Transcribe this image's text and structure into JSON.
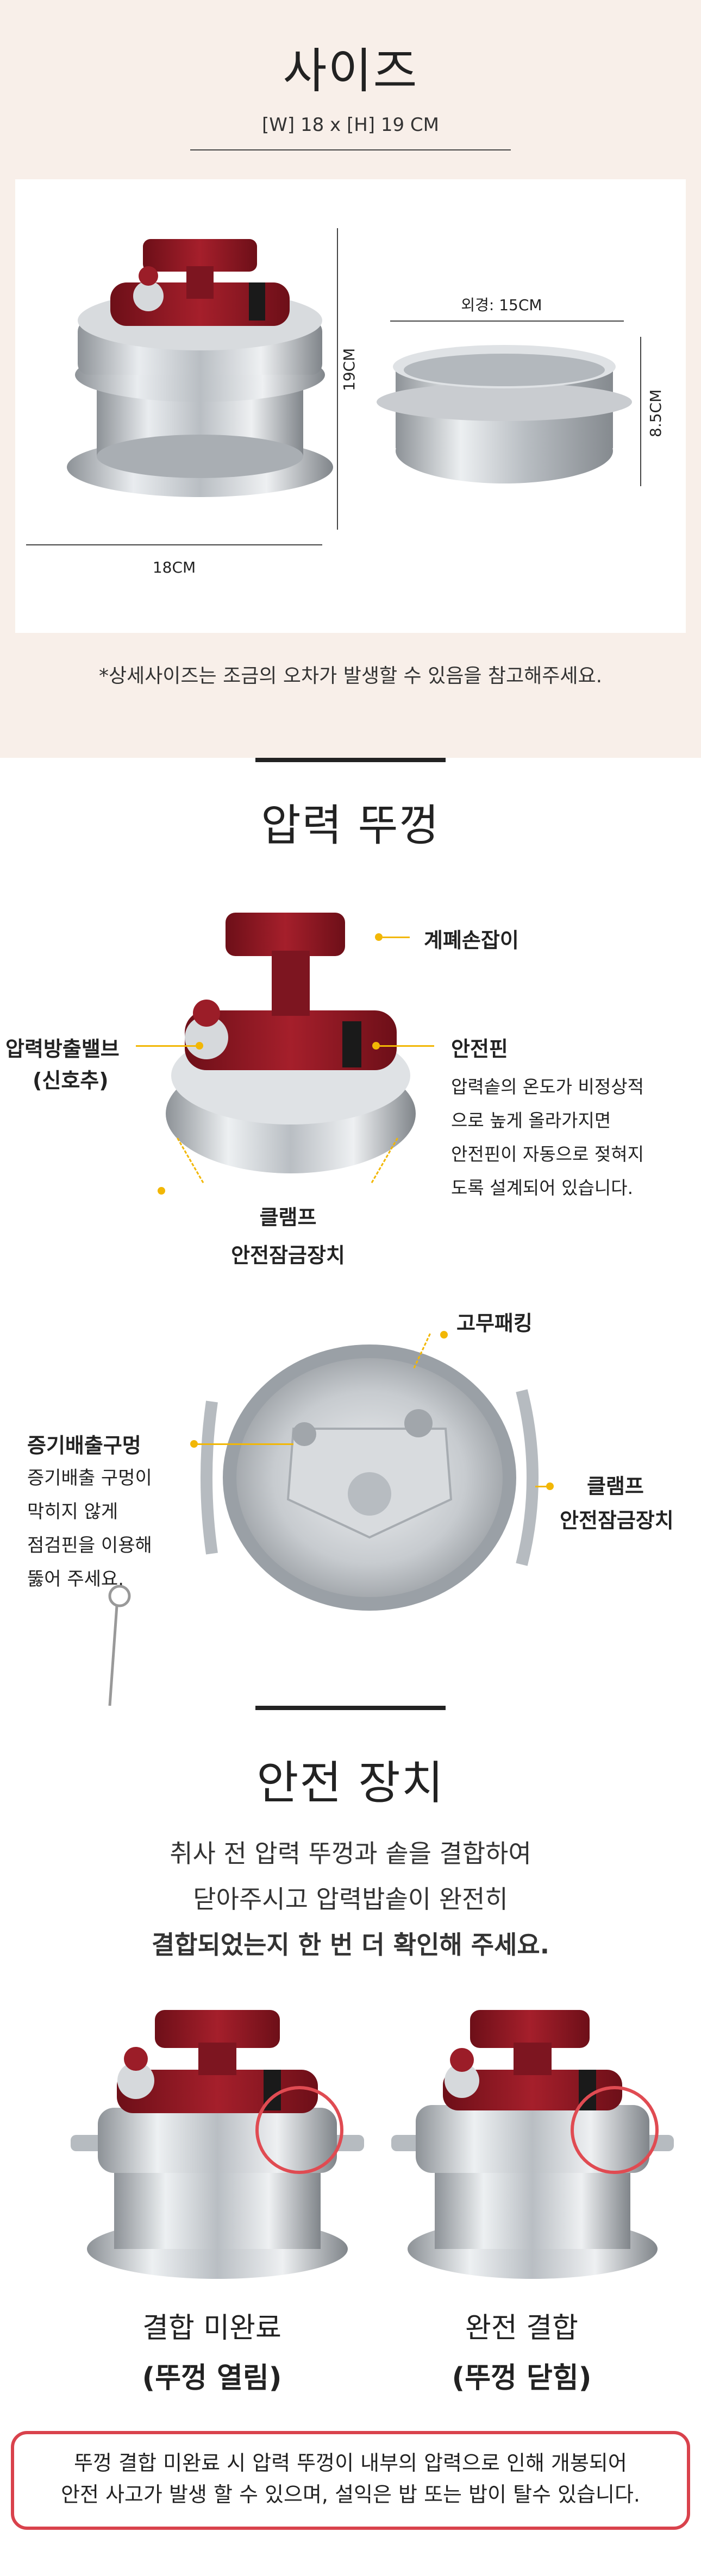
{
  "size_section": {
    "title": "사이즈",
    "subtitle": "[W] 18 x [H] 19 CM",
    "dims": {
      "pot_height": "19CM",
      "pot_width": "18CM",
      "inner_outer": "외경: 15CM",
      "inner_height": "8.5CM"
    },
    "note": "*상세사이즈는 조금의 오차가 발생할 수 있음을 참고해주세요."
  },
  "lid_section": {
    "title": "압력 뚜껑",
    "labels": {
      "handle": "계폐손잡이",
      "valve": "압력방출밸브",
      "valve_sub": "(신호추)",
      "safety_pin": "안전핀",
      "safety_desc": [
        "압력솥의 온도가 비정상적",
        "으로 높게 올라가지면",
        "안전핀이 자동으로 젖혀지",
        "도록 설계되어 있습니다."
      ],
      "clamp_line1": "클램프",
      "clamp_line2": "안전잠금장치",
      "gasket": "고무패킹",
      "vent": "증기배출구멍",
      "vent_desc": [
        "증기배출 구멍이",
        "막히지 않게",
        "점검핀을 이용해",
        "뚫어 주세요."
      ],
      "clamp2_line1": "클램프",
      "clamp2_line2": "안전잠금장치"
    }
  },
  "safety_section": {
    "title": "안전 장치",
    "body": [
      "취사 전 압력 뚜껑과 솥을 결합하여",
      "닫아주시고 압력밥솥이 완전히",
      "결합되었는지 한 번 더 확인해 주세요."
    ],
    "left_caption": [
      "결합 미완료",
      "(뚜껑 열림)"
    ],
    "right_caption": [
      "완전 결합",
      "(뚜껑 닫힘)"
    ],
    "warning": [
      "뚜껑 결합 미완료 시 압력 뚜껑이 내부의 압력으로 인해 개봉되어",
      "안전 사고가 발생 할 수 있으며, 설익은 밥 또는 밥이 탈수 있습니다."
    ]
  },
  "colors": {
    "accent_yellow": "#f2b705",
    "warning_red": "#d9424c",
    "lid_red": "#8e1a24",
    "steel": "#c9ccd0",
    "cream_bg": "#f8efe9"
  }
}
